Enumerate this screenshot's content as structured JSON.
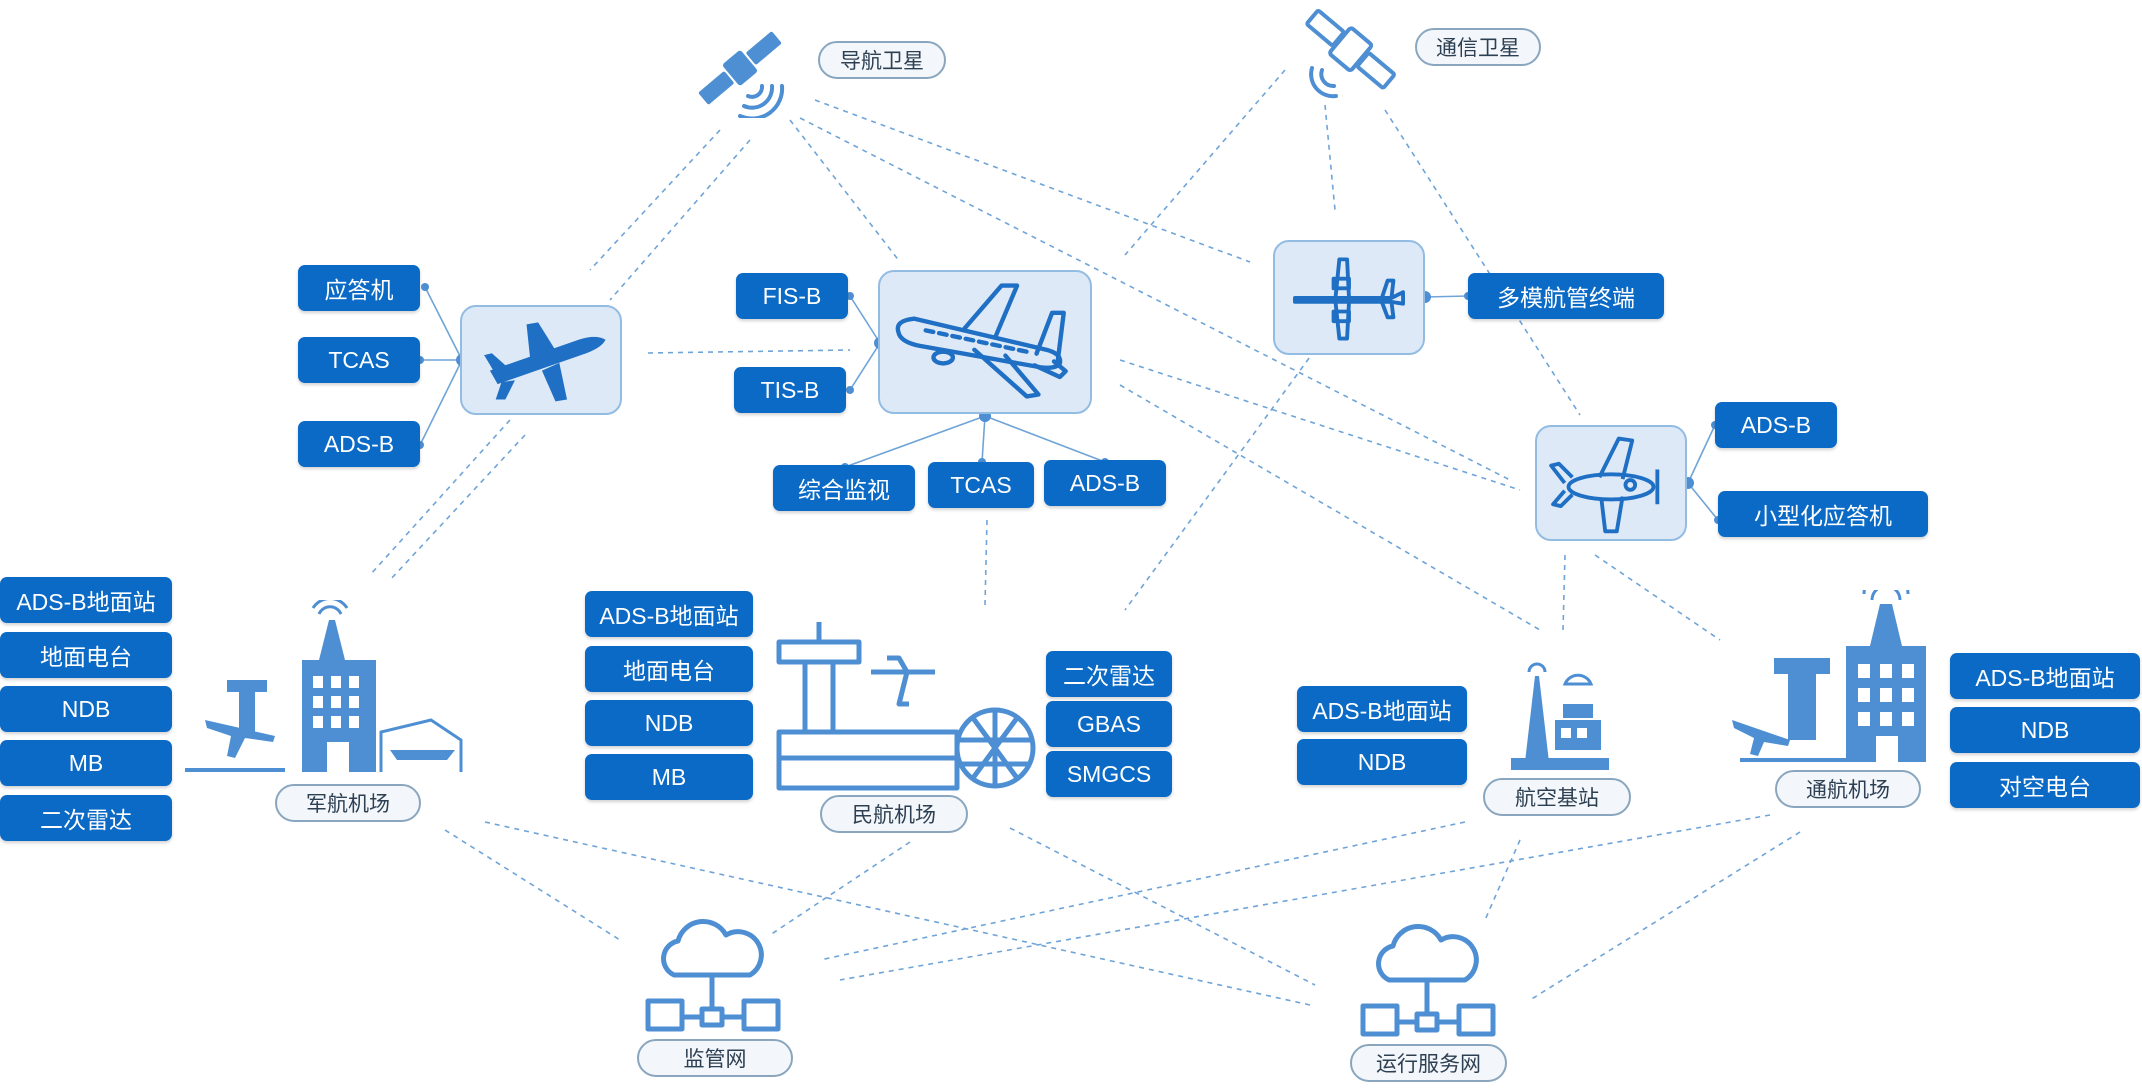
{
  "satellites": {
    "nav": "导航卫星",
    "comm": "通信卫星"
  },
  "military_aircraft": {
    "tags": [
      "应答机",
      "TCAS",
      "ADS-B"
    ]
  },
  "civil_aircraft": {
    "left_tags": [
      "FIS-B",
      "TIS-B"
    ],
    "bottom_tags": [
      "综合监视",
      "TCAS",
      "ADS-B"
    ]
  },
  "uav": {
    "tag": "多模航管终端"
  },
  "light_aircraft": {
    "tags": [
      "ADS-B",
      "小型化应答机"
    ]
  },
  "military_airport": {
    "label": "军航机场",
    "tags": [
      "ADS-B地面站",
      "地面电台",
      "NDB",
      "MB",
      "二次雷达"
    ]
  },
  "civil_airport": {
    "label": "民航机场",
    "left_tags": [
      "ADS-B地面站",
      "地面电台",
      "NDB",
      "MB"
    ],
    "right_tags": [
      "二次雷达",
      "GBAS",
      "SMGCS"
    ]
  },
  "aviation_base_station": {
    "label": "航空基站",
    "tags": [
      "ADS-B地面站",
      "NDB"
    ]
  },
  "general_airport": {
    "label": "通航机场",
    "tags": [
      "ADS-B地面站",
      "NDB",
      "对空电台"
    ]
  },
  "networks": {
    "supervision": "监管网",
    "operations": "运行服务网"
  },
  "colors": {
    "tag_fill": "#0a6ac6",
    "icon_stroke": "#4e8fd3",
    "line": "#6fa4d8",
    "node_fill": "#dde9f7"
  }
}
